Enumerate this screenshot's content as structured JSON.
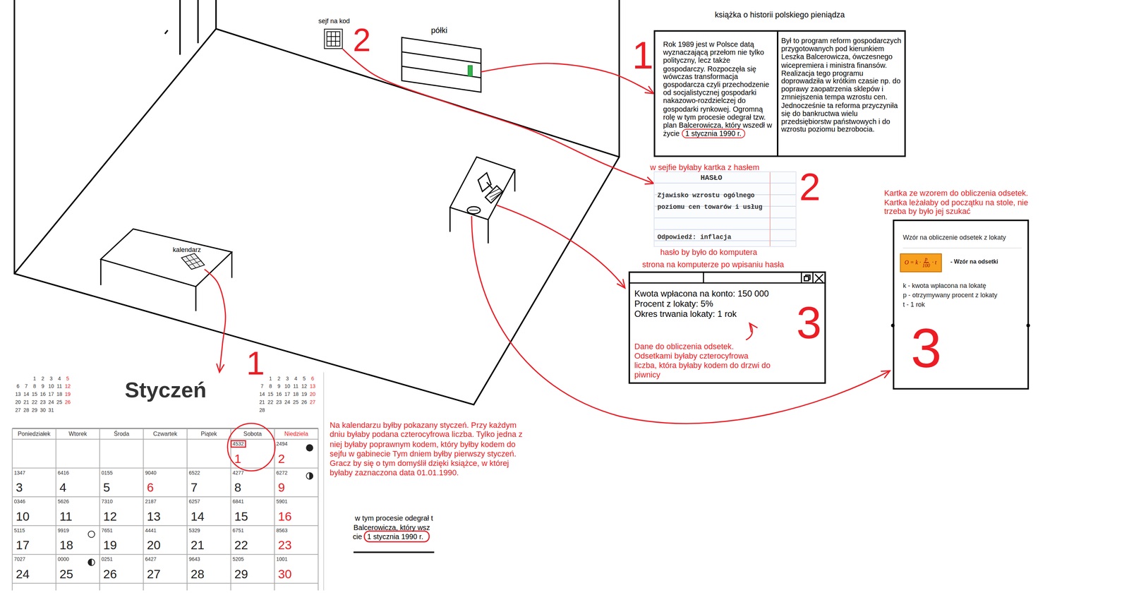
{
  "diagram": {
    "nodes": [
      {
        "text": [
          "sejf na kod"
        ]
      },
      {
        "text": [
          "półki"
        ]
      },
      {
        "text": [
          "książka o historii polskiego pieniądza",
          "Rok 1989 jest w Polsce datą wyznaczającą przełom nie tylko polityczny, lecz także gospodarczy. Rozpoczęła się wówczas transformacja gospodarcza czyli przechodzenie od socjalistycznej gospodarki nakazowo-rozdzielczej do gospodarki rynkowej. Ogromną rolę w tym procesie odegrał tzw. plan Balcerowicza, który wszedł w życie",
          "1 stycznia 1990 r.",
          "Był to program reform gospodarczych przygotowanych pod kierunkiem Leszka Balcerowicza, ówczesnego wicepremiera i ministra finansów. Realizacja tego programu doprowadziła w krótkim czasie np. do poprawy zaopatrzenia sklepów i zmniejszenia tempa wzrostu cen. Jednocześnie ta reforma przyczyniła się do bankructwa wielu przedsiębiorstw państwowych i do wzrostu poziomu bezrobocia."
        ]
      },
      {
        "text": [
          "HASŁO",
          "Zjawisko wzrostu ogólnego poziomu cen towarów i usług",
          "Odpowiedź: inflacja"
        ]
      },
      {
        "text": [
          "Wzór na obliczenie odsetek z lokaty",
          "- Wzór na odsetki",
          "k - kwota wpłacona na lokatę",
          "p - otrzymywany procent z lokaty",
          "t - 1 rok"
        ]
      },
      {
        "text": [
          "O = k ·",
          "p",
          "100",
          "· t"
        ],
        "in": 4
      },
      {
        "text": [
          "kalendarz"
        ]
      },
      {
        "text": [
          "Kwota wpłacona na konto: 150 000",
          "Procent z lokaty: 5%",
          "Okres trwania lokaty: 1 rok",
          "Dane do obliczenia odsetek. Odsetkami byłaby czterocyfrowa liczba, która byłaby kodem do drzwi do piwnicy"
        ]
      },
      {
        "text": [
          "Styczeń"
        ]
      }
    ],
    "edges": [
      {
        "from": 1,
        "to": 2,
        "arrow": "to"
      },
      {
        "from": 0,
        "to": 3,
        "arrow": "to"
      },
      {
        "from": 6,
        "to": 8,
        "arrow": "to"
      }
    ],
    "labels": [
      "2",
      "1",
      "w sejfie byłaby kartka z hasłem",
      "2",
      "Kartka ze wzorem do obliczenia odsetek. Kartka leżałaby od początku na stole, nie trzeba by było jej szukać",
      "hasło by było do komputera",
      "strona na komputerze po wpisaniu hasła",
      "3",
      "3",
      "1",
      "Na kalendarzu byłby pokazany styczeń. Przy każdym dniu byłaby podana czterocyfrowa liczba. Tylko jedna z niej byłaby poprawnym kodem, który byłby kodem do sejfu w gabinecie Tym dniem byłby pierwszy styczeń. Gracz by się o tym domyślił dzięki książce, w której byłaby zaznaczona data 01.01.1990.",
      "w tym procesie odegrał t",
      "Balcerowicza, który wsz",
      "cie",
      "1 stycznia 1990 r.",
      "1",
      "2",
      "3",
      "4",
      "5",
      "6",
      "7",
      "8",
      "9",
      "10",
      "11",
      "12",
      "13",
      "14",
      "15",
      "16",
      "17",
      "18",
      "19",
      "20",
      "21",
      "22",
      "23",
      "24",
      "25",
      "26",
      "27",
      "28",
      "29",
      "30",
      "31",
      "1",
      "2",
      "3",
      "4",
      "5",
      "6",
      "7",
      "8",
      "9",
      "10",
      "11",
      "12",
      "13",
      "14",
      "15",
      "16",
      "17",
      "18",
      "19",
      "20",
      "21",
      "22",
      "23",
      "24",
      "25",
      "26",
      "27",
      "28",
      "Poniedziałek",
      "Wtorek",
      "Środa",
      "Czwartek",
      "Piątek",
      "Sobota",
      "Niedziela",
      "4532",
      "1",
      "2494",
      "2",
      "1347",
      "3",
      "6416",
      "4",
      "0155",
      "5",
      "9040",
      "6",
      "6522",
      "7",
      "4277",
      "8",
      "6272",
      "9",
      "0346",
      "10",
      "5626",
      "11",
      "7310",
      "12",
      "2187",
      "13",
      "6257",
      "14",
      "6841",
      "15",
      "5901",
      "16",
      "5115",
      "17",
      "9919",
      "18",
      "7651",
      "19",
      "4441",
      "20",
      "5329",
      "21",
      "6751",
      "22",
      "8563",
      "23",
      "7027",
      "24",
      "0000",
      "25",
      "0251",
      "26",
      "6427",
      "27",
      "9643",
      "28",
      "5205",
      "29",
      "1001",
      "30"
    ]
  }
}
